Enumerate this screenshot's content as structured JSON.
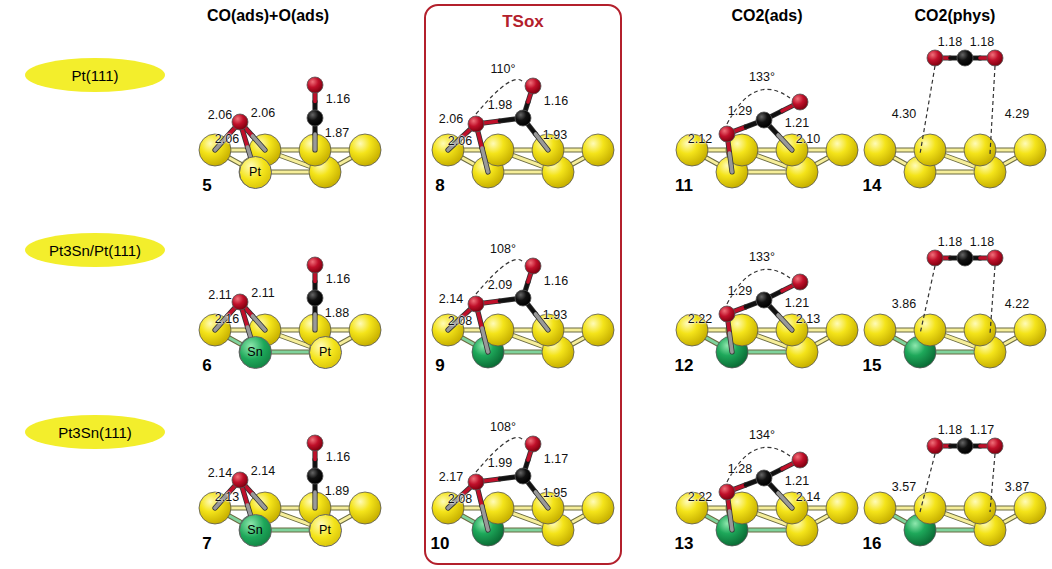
{
  "diagram": {
    "nodes": [
      {
        "text": [
          "TSox"
        ]
      },
      {
        "text": [
          "Pt(111)"
        ]
      },
      {
        "text": [
          "Pt"
        ]
      },
      {
        "text": [
          "Pt3Sn/Pt(111)"
        ]
      },
      {
        "text": [
          "Sn"
        ]
      },
      {
        "text": [
          "Pt"
        ]
      },
      {
        "text": [
          "Pt3Sn(111)"
        ]
      },
      {
        "text": [
          "Sn"
        ]
      },
      {
        "text": [
          "Pt"
        ]
      }
    ],
    "edges": [],
    "labels": [
      "CO(ads)+O(ads)",
      "CO2(ads)",
      "CO2(phys)",
      "5",
      "2.06",
      "2.06",
      "2.06",
      "1.16",
      "1.87",
      "8",
      "110°",
      "2.06",
      "1.98",
      "1.16",
      "2.06",
      "1.93",
      "11",
      "133°",
      "1.29",
      "1.21",
      "2.12",
      "2.10",
      "14",
      "1.18",
      "1.18",
      "4.30",
      "4.29",
      "6",
      "2.11",
      "2.11",
      "2.16",
      "1.16",
      "1.88",
      "9",
      "108°",
      "2.14",
      "2.09",
      "1.16",
      "2.08",
      "1.93",
      "12",
      "133°",
      "1.29",
      "1.21",
      "2.22",
      "2.13",
      "15",
      "1.18",
      "1.18",
      "3.86",
      "4.22",
      "7",
      "2.14",
      "2.14",
      "2.13",
      "1.16",
      "1.89",
      "10",
      "108°",
      "2.17",
      "1.99",
      "1.17",
      "2.08",
      "1.95",
      "13",
      "134°",
      "1.28",
      "1.21",
      "2.22",
      "2.14",
      "16",
      "1.18",
      "1.17",
      "3.57",
      "3.87"
    ]
  }
}
